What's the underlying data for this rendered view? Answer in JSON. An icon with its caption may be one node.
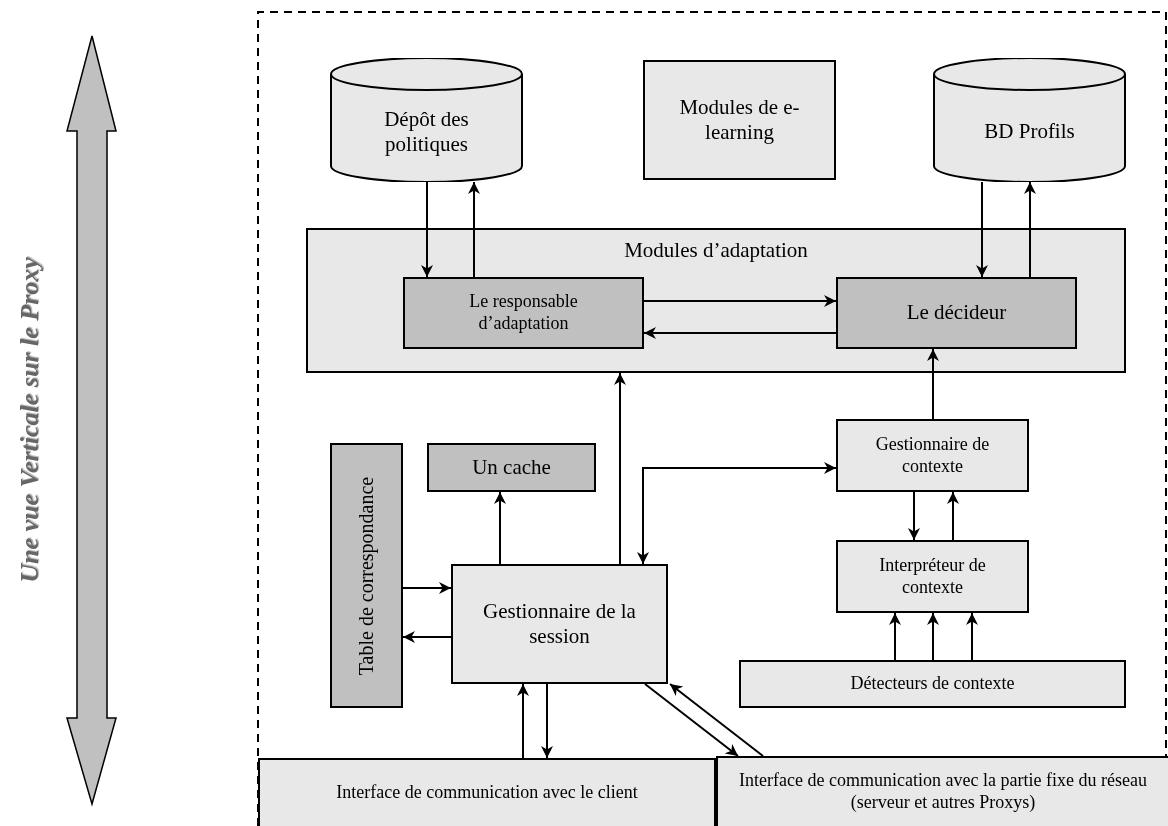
{
  "diagram": {
    "nodes": [
      {
        "text": [
          "Dépôt des politiques"
        ]
      },
      {
        "text": [
          "Modules de e-learning"
        ]
      },
      {
        "text": [
          "BD Profils"
        ]
      },
      {
        "text": [
          "Modules d’adaptation"
        ]
      },
      {
        "text": [
          "Le responsable d’adaptation"
        ],
        "in": 3
      },
      {
        "text": [
          "Le décideur"
        ],
        "in": 3
      },
      {
        "text": [
          "Table de correspondance"
        ]
      },
      {
        "text": [
          "Un cache"
        ]
      },
      {
        "text": [
          "Gestionnaire de la session"
        ]
      },
      {
        "text": [
          "Gestionnaire de contexte"
        ]
      },
      {
        "text": [
          "Interpréteur de contexte"
        ]
      },
      {
        "text": [
          "Détecteurs de contexte"
        ]
      },
      {
        "text": [
          "Interface de communication avec le client"
        ]
      },
      {
        "text": [
          "Interface de communication avec la partie fixe du réseau (serveur et autres Proxys)"
        ]
      }
    ],
    "edges": [
      {
        "from": 0,
        "to": 4,
        "arrow": "to"
      },
      {
        "from": 4,
        "to": 0,
        "arrow": "to"
      },
      {
        "from": 2,
        "to": 5,
        "arrow": "to"
      },
      {
        "from": 5,
        "to": 2,
        "arrow": "to"
      },
      {
        "from": 4,
        "to": 5,
        "arrow": "to"
      },
      {
        "from": 5,
        "to": 4,
        "arrow": "to"
      },
      {
        "from": 9,
        "to": 5,
        "arrow": "to"
      },
      {
        "from": 8,
        "to": 3,
        "arrow": "to"
      },
      {
        "from": 8,
        "to": 7,
        "arrow": "to"
      },
      {
        "from": 6,
        "to": 8,
        "arrow": "to"
      },
      {
        "from": 8,
        "to": 6,
        "arrow": "to"
      },
      {
        "from": 8,
        "to": 9,
        "arrow": "both"
      },
      {
        "from": 9,
        "to": 10,
        "arrow": "to"
      },
      {
        "from": 10,
        "to": 9,
        "arrow": "to"
      },
      {
        "from": 11,
        "to": 10,
        "arrow": "to"
      },
      {
        "from": 11,
        "to": 10,
        "arrow": "to"
      },
      {
        "from": 11,
        "to": 10,
        "arrow": "to"
      },
      {
        "from": 12,
        "to": 8,
        "arrow": "to"
      },
      {
        "from": 8,
        "to": 12,
        "arrow": "to"
      },
      {
        "from": 8,
        "to": 13,
        "arrow": "to"
      },
      {
        "from": 13,
        "to": 8,
        "arrow": "to"
      }
    ],
    "labels": [
      "Une vue Verticale sur le Proxy"
    ]
  }
}
